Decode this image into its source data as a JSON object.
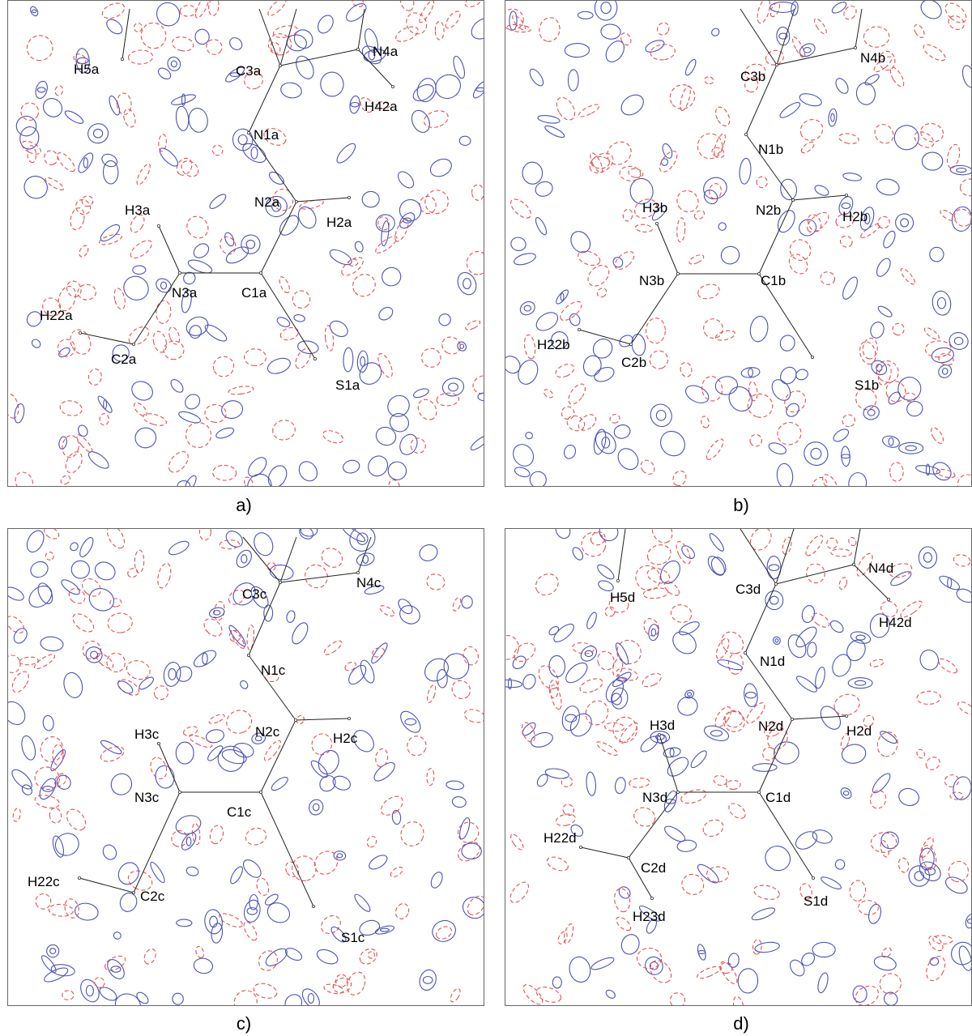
{
  "panels": [
    {
      "id": "a",
      "caption": "a)",
      "atoms": [
        {
          "label": "H5a"
        },
        {
          "label": "C3a"
        },
        {
          "label": "N4a"
        },
        {
          "label": "H42a"
        },
        {
          "label": "N1a"
        },
        {
          "label": "N2a"
        },
        {
          "label": "H2a"
        },
        {
          "label": "H3a"
        },
        {
          "label": "N3a"
        },
        {
          "label": "C1a"
        },
        {
          "label": "H22a"
        },
        {
          "label": "C2a"
        },
        {
          "label": "S1a"
        }
      ]
    },
    {
      "id": "b",
      "caption": "b)",
      "atoms": [
        {
          "label": "C3b"
        },
        {
          "label": "N4b"
        },
        {
          "label": "N1b"
        },
        {
          "label": "N2b"
        },
        {
          "label": "H2b"
        },
        {
          "label": "H3b"
        },
        {
          "label": "N3b"
        },
        {
          "label": "C1b"
        },
        {
          "label": "H22b"
        },
        {
          "label": "C2b"
        },
        {
          "label": "S1b"
        }
      ]
    },
    {
      "id": "c",
      "caption": "c)",
      "atoms": [
        {
          "label": "C3c"
        },
        {
          "label": "N4c"
        },
        {
          "label": "N1c"
        },
        {
          "label": "N2c"
        },
        {
          "label": "H2c"
        },
        {
          "label": "H3c"
        },
        {
          "label": "N3c"
        },
        {
          "label": "C1c"
        },
        {
          "label": "H22c"
        },
        {
          "label": "C2c"
        },
        {
          "label": "S1c"
        }
      ]
    },
    {
      "id": "d",
      "caption": "d)",
      "atoms": [
        {
          "label": "H5d"
        },
        {
          "label": "C3d"
        },
        {
          "label": "N4d"
        },
        {
          "label": "H42d"
        },
        {
          "label": "N1d"
        },
        {
          "label": "N2d"
        },
        {
          "label": "H2d"
        },
        {
          "label": "H3d"
        },
        {
          "label": "N3d"
        },
        {
          "label": "C1d"
        },
        {
          "label": "H22d"
        },
        {
          "label": "C2d"
        },
        {
          "label": "H23d"
        },
        {
          "label": "S1d"
        }
      ]
    }
  ],
  "colors": {
    "positive_contour": "#4a52b8",
    "negative_contour": "#e05050",
    "bond": "#222222"
  }
}
